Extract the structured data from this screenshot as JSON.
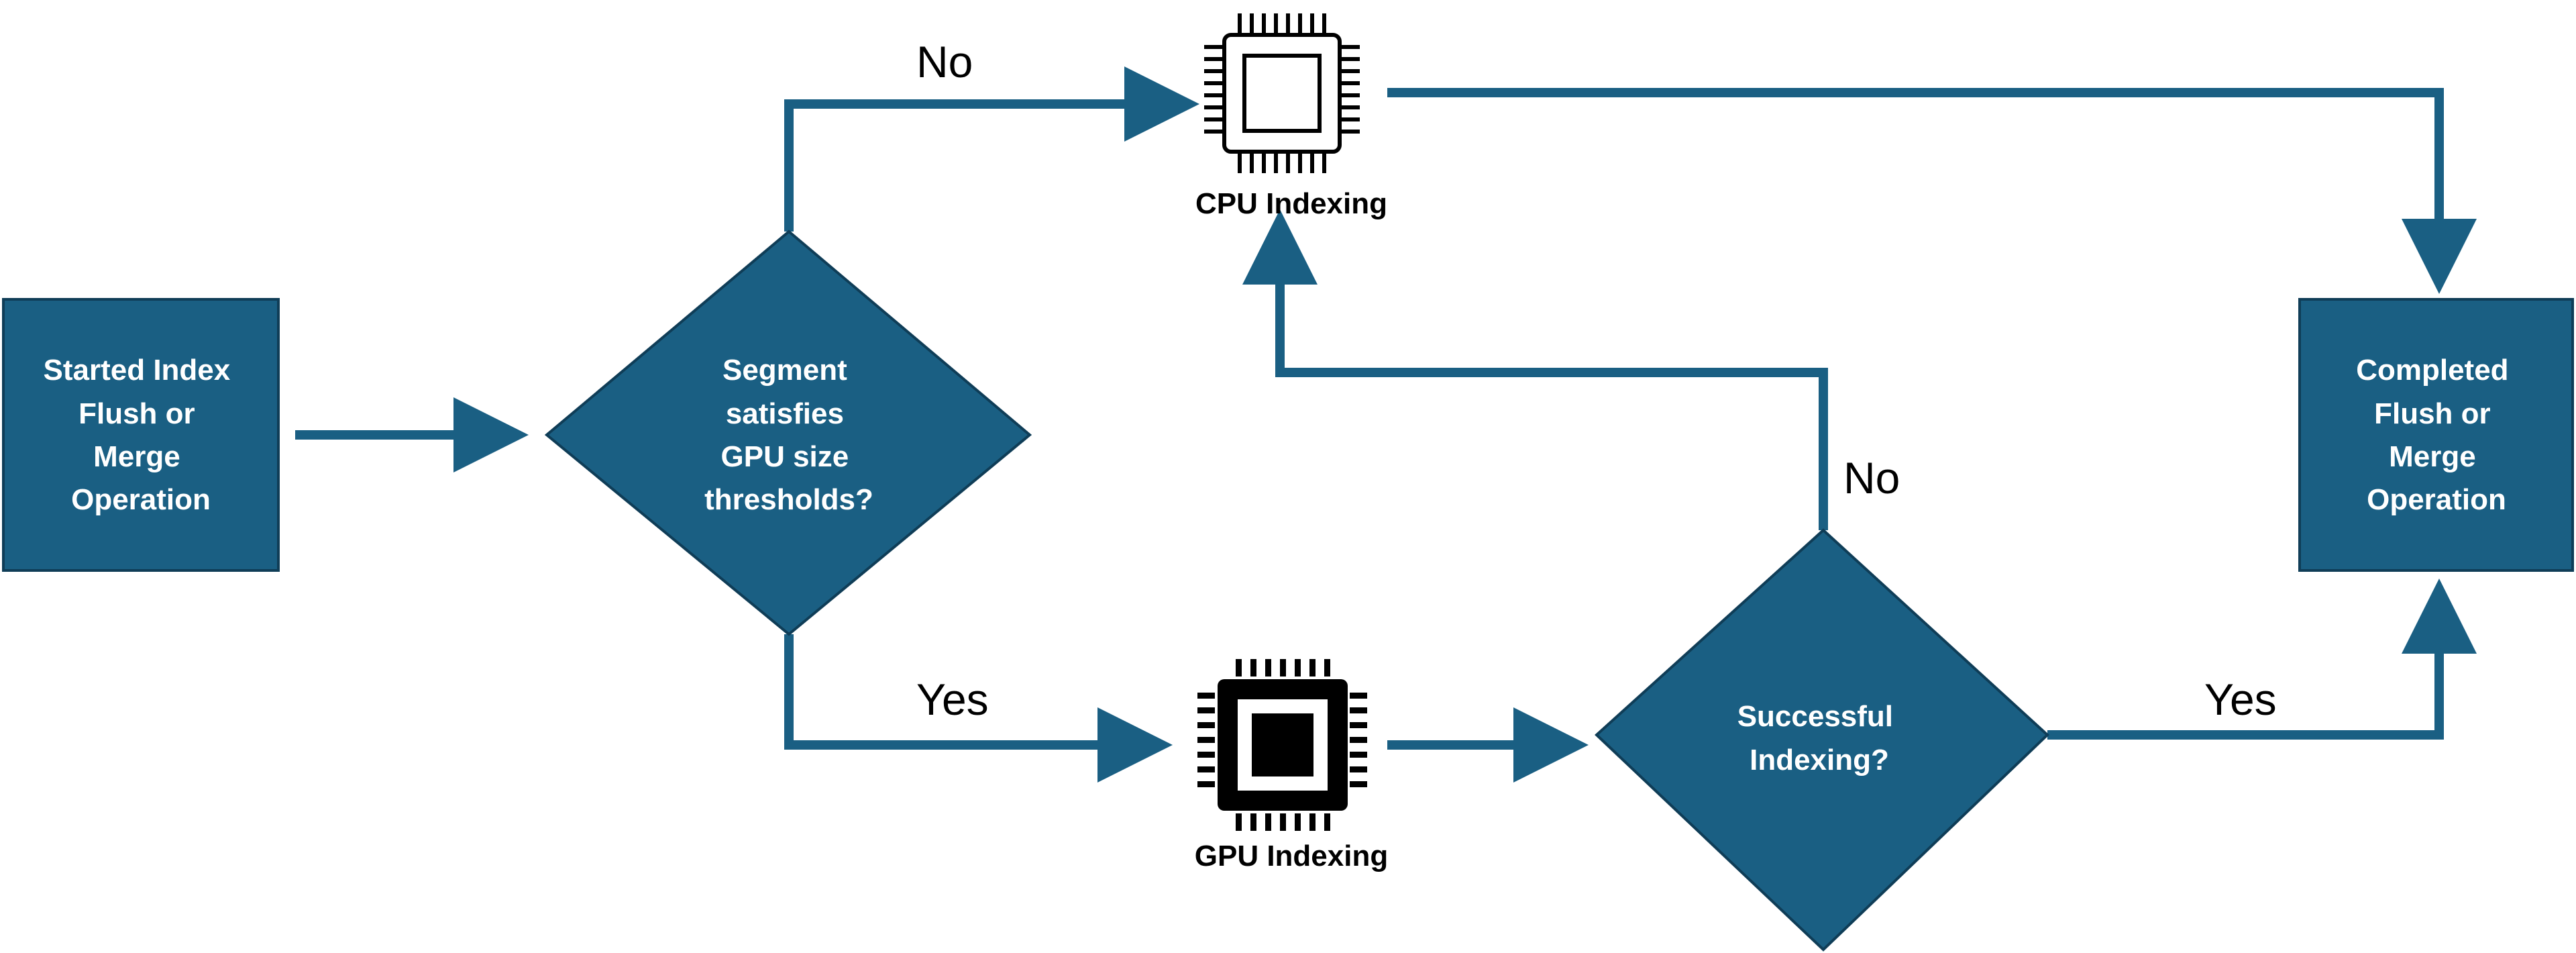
{
  "colors": {
    "node_fill": "#1a5f83",
    "node_stroke": "#0f3d57",
    "edge": "#1a5f83",
    "node_text": "#ffffff",
    "label_text": "#000000",
    "icon": "#000000"
  },
  "nodes": {
    "start": {
      "lines": [
        "Started Index",
        "Flush or",
        "Merge",
        "Operation"
      ]
    },
    "decision_gpu": {
      "lines": [
        "Segment",
        "satisfies",
        "GPU size",
        "thresholds?"
      ]
    },
    "decision_success": {
      "lines": [
        "Successful",
        "Indexing?"
      ]
    },
    "end": {
      "lines": [
        "Completed",
        "Flush or",
        "Merge",
        "Operation"
      ]
    }
  },
  "icons": {
    "cpu": {
      "name": "cpu-chip-outline-icon",
      "label": "CPU Indexing"
    },
    "gpu": {
      "name": "gpu-chip-filled-icon",
      "label": "GPU Indexing"
    }
  },
  "edge_labels": {
    "gpu_no": "No",
    "gpu_yes": "Yes",
    "success_no": "No",
    "success_yes": "Yes"
  }
}
